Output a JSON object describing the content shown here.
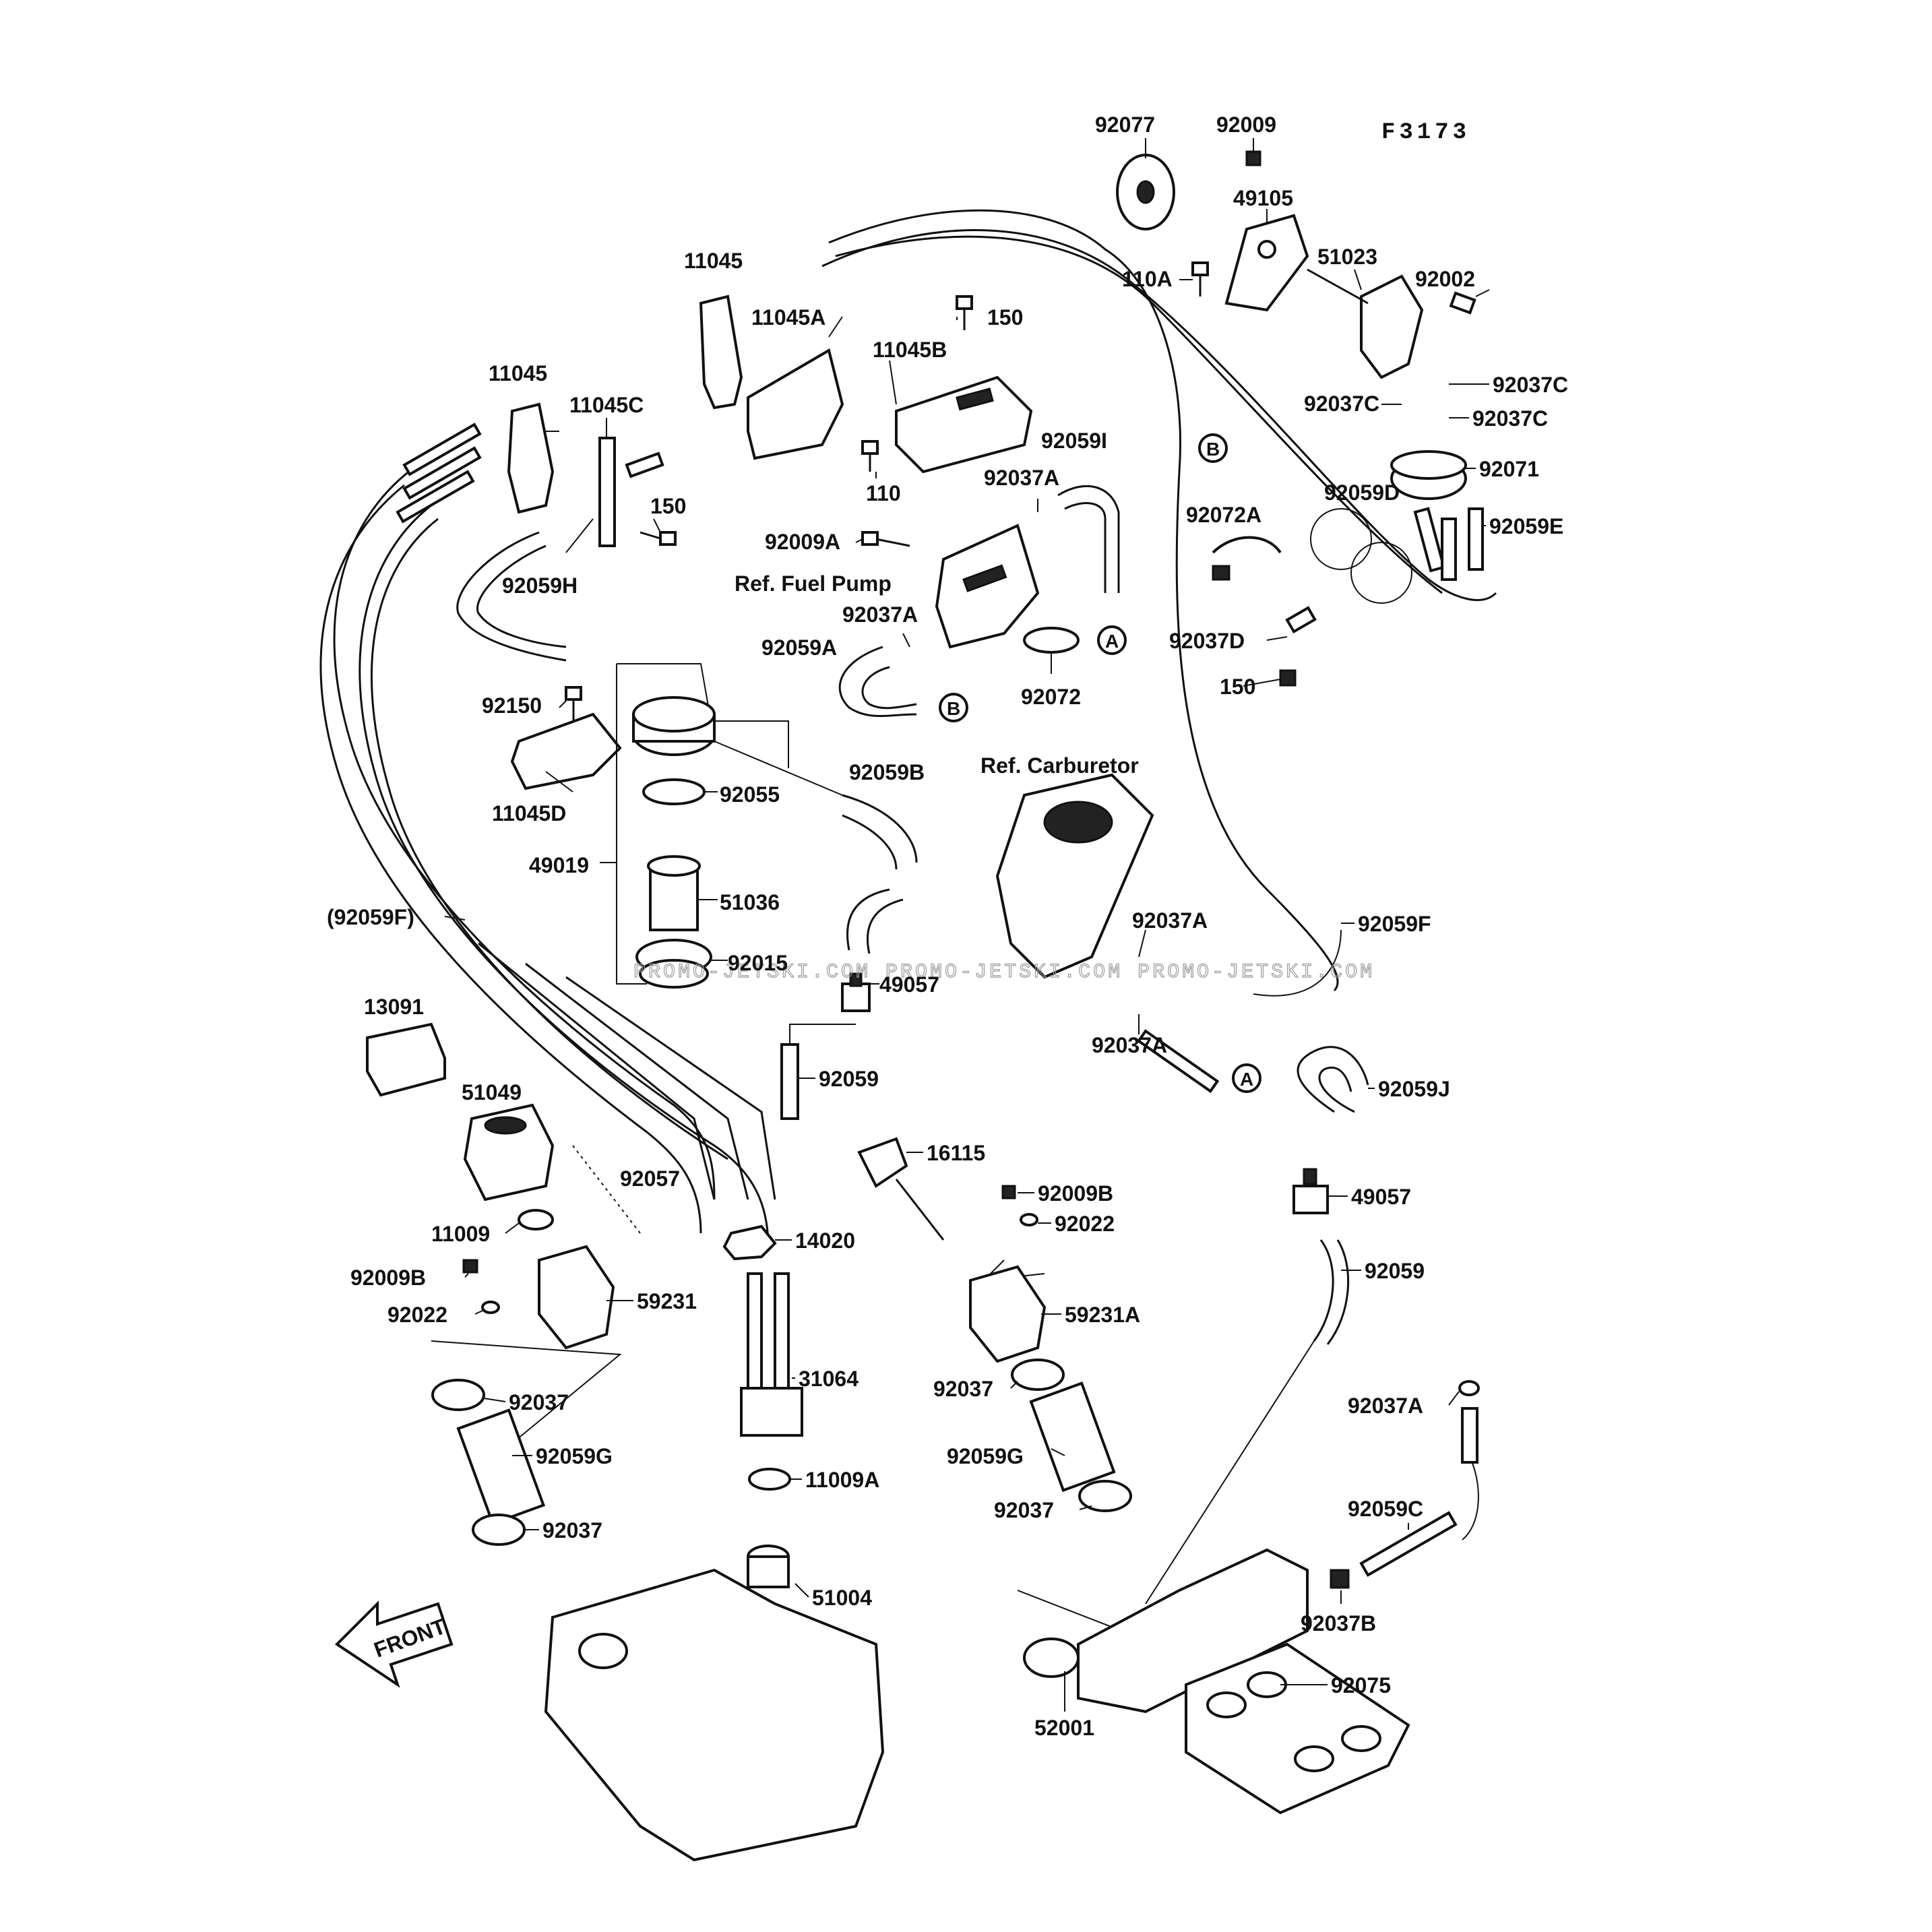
{
  "figure_code": "F3173",
  "watermark": "PROMO-JETSKI.COM    PROMO-JETSKI.COM    PROMO-JETSKI.COM",
  "front_arrow": "FRONT",
  "reference_markers": {
    "a": "A",
    "b": "B"
  },
  "references": {
    "fuel_pump": "Ref. Fuel Pump",
    "carburetor": "Ref. Carburetor"
  },
  "labels": {
    "l_92077": "92077",
    "l_92009_top": "92009",
    "l_49105": "49105",
    "l_110a": "110A",
    "l_51023": "51023",
    "l_92002": "92002",
    "l_92037c_1": "92037C",
    "l_92037c_2": "92037C",
    "l_92037c_3": "92037C",
    "l_92071": "92071",
    "l_92059d": "92059D",
    "l_92059e": "92059E",
    "l_92072a": "92072A",
    "l_92037d": "92037D",
    "l_150_right": "150",
    "l_11045_top": "11045",
    "l_11045a": "11045A",
    "l_150_top": "150",
    "l_11045b": "11045B",
    "l_11045_left": "11045",
    "l_11045c": "11045C",
    "l_150_left": "150",
    "l_110": "110",
    "l_92059i": "92059I",
    "l_92037a_top": "92037A",
    "l_92009a": "92009A",
    "l_92037a_pump": "92037A",
    "l_92059a": "92059A",
    "l_92072": "92072",
    "l_92059h": "92059H",
    "l_92150": "92150",
    "l_11045d": "11045D",
    "l_92055": "92055",
    "l_49019": "49019",
    "l_51036": "51036",
    "l_92015": "92015",
    "l_92059b": "92059B",
    "l_49057_mid": "49057",
    "l_92037a_carb": "92037A",
    "l_92059f_right": "92059F",
    "l_92059f_left": "(92059F)",
    "l_92037a_low": "92037A",
    "l_13091": "13091",
    "l_92059_mid": "92059",
    "l_92059j": "92059J",
    "l_51049": "51049",
    "l_92057": "92057",
    "l_16115": "16115",
    "l_92009b_right": "92009B",
    "l_92022_right": "92022",
    "l_49057_right": "49057",
    "l_11009": "11009",
    "l_14020": "14020",
    "l_92009b_left": "92009B",
    "l_59231": "59231",
    "l_92022_left": "92022",
    "l_59231a": "59231A",
    "l_92059_right": "92059",
    "l_92037_left1": "92037",
    "l_31064": "31064",
    "l_92037_right1": "92037",
    "l_92037a_far": "92037A",
    "l_92059g_left": "92059G",
    "l_92059g_right": "92059G",
    "l_11009a": "11009A",
    "l_92037_left2": "92037",
    "l_92037_right2": "92037",
    "l_92059c": "92059C",
    "l_51004": "51004",
    "l_92037b": "92037B",
    "l_92075": "92075",
    "l_52001": "52001"
  }
}
